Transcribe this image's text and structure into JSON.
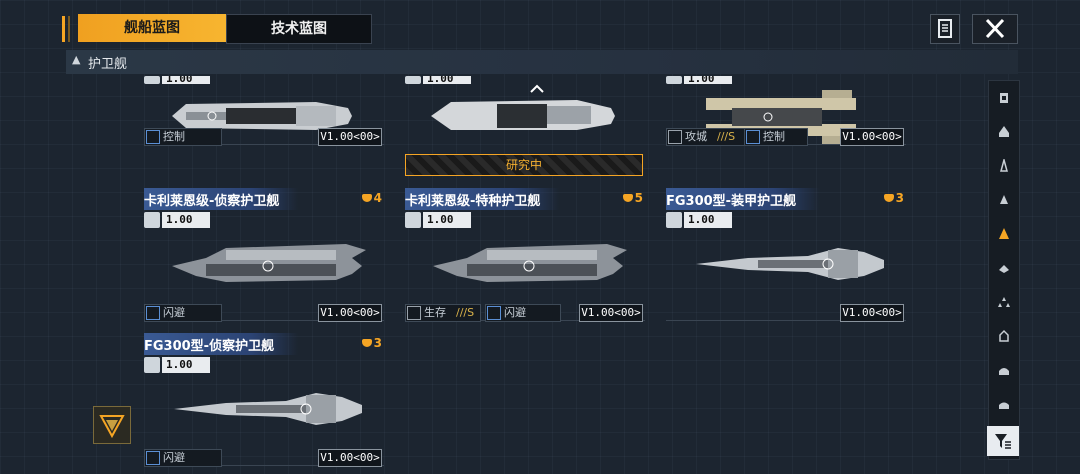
{
  "tabs": {
    "active": "舰船蓝图",
    "inactive": "技术蓝图"
  },
  "section": {
    "label": "护卫舰"
  },
  "top_row": {
    "cost_value": "1.00",
    "card1": {
      "tag": "控制",
      "version": "V1.00<00>"
    },
    "card2": {
      "status": "研究中"
    },
    "card3": {
      "tag1": "攻城",
      "tag1_grade": "///S",
      "tag2": "控制",
      "version": "V1.00<00>"
    }
  },
  "cards": [
    {
      "title": "卡利莱恩级-侦察护卫舰",
      "cost": "4",
      "stat": "1.00",
      "tags": [
        {
          "label": "闪避"
        }
      ],
      "version": "V1.00<00>"
    },
    {
      "title": "卡利莱恩级-特种护卫舰",
      "cost": "5",
      "stat": "1.00",
      "tags": [
        {
          "label": "生存",
          "grade": "///S"
        },
        {
          "label": "闪避"
        }
      ],
      "version": "V1.00<00>"
    },
    {
      "title": "FG300型-装甲护卫舰",
      "cost": "3",
      "stat": "1.00",
      "tags": [],
      "version": "V1.00<00>"
    },
    {
      "title": "FG300型-侦察护卫舰",
      "cost": "3",
      "stat": "1.00",
      "tags": [
        {
          "label": "闪避"
        }
      ],
      "version": "V1.00<00>"
    }
  ],
  "sidebar_icons": [
    "carrier-icon",
    "cruiser-icon",
    "destroyer-icon",
    "frigate-icon",
    "frigate-active-icon",
    "corvette-icon",
    "fighter-icon",
    "support-icon",
    "station-icon",
    "dome-icon"
  ],
  "colors": {
    "accent": "#f5a524",
    "title_bar": "#3a5a94",
    "background": "#1c2530"
  }
}
